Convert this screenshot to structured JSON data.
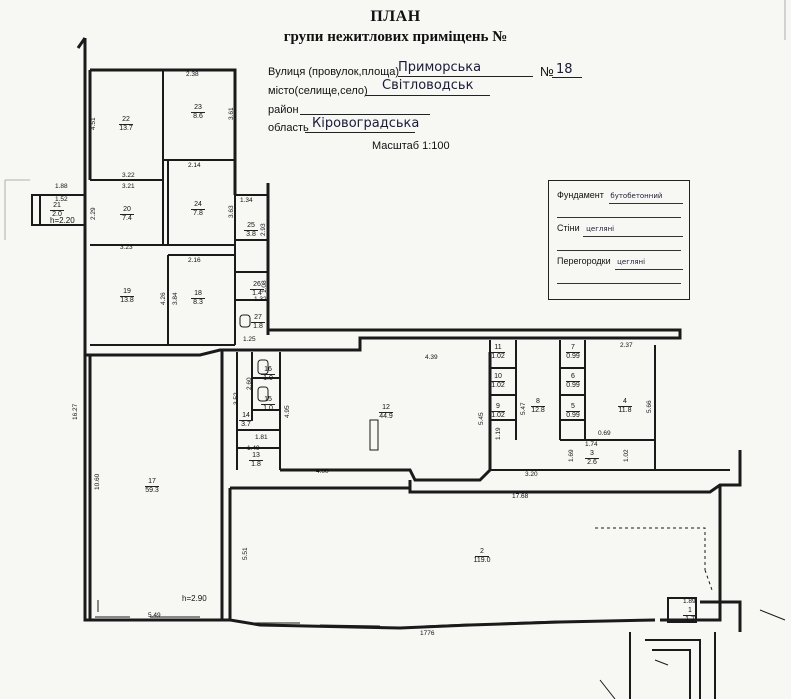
{
  "header": {
    "title": "ПЛАН",
    "subtitle": "групи нежитлових приміщень №",
    "street_label": "Вулиця (провулок,площа)",
    "street_value": "Приморська",
    "number_label": "№",
    "number_value": "18",
    "city_label": "місто(селище,село)",
    "city_value": "Світловодськ",
    "district_label": "район",
    "region_label": "область",
    "region_value": "Кіровоградська",
    "scale": "Масштаб  1:100"
  },
  "legend": {
    "foundation_label": "Фундамент",
    "foundation_value": "бутобетонний",
    "walls_label": "Стіни",
    "walls_value": "цегляні",
    "partitions_label": "Перегородки",
    "partitions_value": "цегляні"
  },
  "rooms": [
    {
      "id": "r22",
      "num": "22",
      "area": "13.7"
    },
    {
      "id": "r23",
      "num": "23",
      "area": "8.6"
    },
    {
      "id": "r20",
      "num": "20",
      "area": "7.4"
    },
    {
      "id": "r21",
      "num": "21",
      "area": "2.0"
    },
    {
      "id": "r24",
      "num": "24",
      "area": "7.8"
    },
    {
      "id": "r25",
      "num": "25",
      "area": "3.8"
    },
    {
      "id": "r19",
      "num": "19",
      "area": "13.8"
    },
    {
      "id": "r18",
      "num": "18",
      "area": "8.3"
    },
    {
      "id": "r26",
      "num": "26",
      "area": "1.4"
    },
    {
      "id": "r27",
      "num": "27",
      "area": "1.8"
    },
    {
      "id": "r17",
      "num": "17",
      "area": "59.3"
    },
    {
      "id": "r16",
      "num": "16",
      "area": "1.0"
    },
    {
      "id": "r15",
      "num": "15",
      "area": "1.0"
    },
    {
      "id": "r14",
      "num": "14",
      "area": "3.7"
    },
    {
      "id": "r13",
      "num": "13",
      "area": "1.8"
    },
    {
      "id": "r12",
      "num": "12",
      "area": "44.9"
    },
    {
      "id": "r11",
      "num": "11",
      "area": "1.02"
    },
    {
      "id": "r10",
      "num": "10",
      "area": "1.02"
    },
    {
      "id": "r9",
      "num": "9",
      "area": "1.02"
    },
    {
      "id": "r8",
      "num": "8",
      "area": "12.8"
    },
    {
      "id": "r7",
      "num": "7",
      "area": "0.99"
    },
    {
      "id": "r6",
      "num": "6",
      "area": "0.99"
    },
    {
      "id": "r5",
      "num": "5",
      "area": "0.99"
    },
    {
      "id": "r4",
      "num": "4",
      "area": "11.8"
    },
    {
      "id": "r3",
      "num": "3",
      "area": "2.6"
    },
    {
      "id": "r2",
      "num": "2",
      "area": "119.0"
    },
    {
      "id": "r1",
      "num": "1",
      "area": "1.7"
    }
  ],
  "dimensions": {
    "d_238": "2.38",
    "d_451": "4.51",
    "d_361": "3.61",
    "d_322": "3.22",
    "d_321": "3.21",
    "d_214": "2.14",
    "d_188": "1.88",
    "d_152": "1.52",
    "d_229": "2.29",
    "d_363": "3.63",
    "d_134": "1.34",
    "d_293": "2.93",
    "d_323": "3.23",
    "d_216": "2.16",
    "d_426": "4.26",
    "d_384": "3.84",
    "d_108": "1.08",
    "d_132": "1.32",
    "d_125": "1.25",
    "d_1627": "16.27",
    "d_1060": "10.60",
    "d_439": "4.39",
    "d_237": "2.37",
    "d_260": "2.60",
    "d_352": "3.52",
    "d_495": "4.95",
    "d_181": "1.81",
    "d_149": "1.49",
    "d_400": "4.00",
    "d_545": "5.45",
    "d_547": "5.47",
    "d_566": "5.66",
    "d_069": "0.69",
    "d_174": "1.74",
    "d_320": "3.20",
    "d_1768": "17.68",
    "d_551": "5.51",
    "d_549": "5.49",
    "d_1776": "1776",
    "d_189": "1.89",
    "d_119": "1.19",
    "d_102": "1.02",
    "d_169": "1.69"
  },
  "heights": {
    "h_annex": "h=2.20",
    "h_main": "h=2.90"
  }
}
